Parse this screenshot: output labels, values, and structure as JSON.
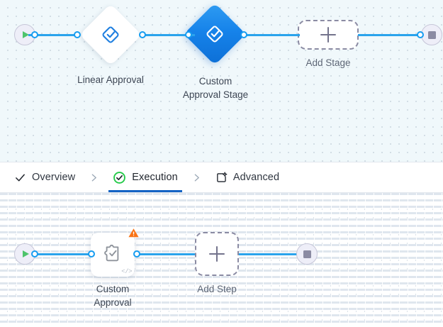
{
  "stage_canvas": {
    "background_color": "#f0f8fb",
    "start_node": {
      "name": "start",
      "icon": "play-icon"
    },
    "end_node": {
      "name": "end",
      "icon": "stop-icon"
    },
    "nodes": [
      {
        "id": "linear-approval",
        "label": "Linear Approval",
        "icon": "approval-check-icon",
        "selected": false
      },
      {
        "id": "custom-approval-stage",
        "label": "Custom\nApproval Stage",
        "icon": "approval-check-icon",
        "selected": true
      }
    ],
    "add_button": {
      "label": "Add Stage",
      "icon": "plus-icon"
    }
  },
  "tabs": {
    "items": [
      {
        "id": "overview",
        "label": "Overview",
        "icon": "check-icon",
        "active": false
      },
      {
        "id": "execution",
        "label": "Execution",
        "icon": "check-circle-icon",
        "active": true
      },
      {
        "id": "advanced",
        "label": "Advanced",
        "icon": "window-gear-icon",
        "active": false
      }
    ],
    "separator_icon": "chevron-right-icon",
    "active_underline_color": "#1463c4",
    "active_check_color": "#22c947"
  },
  "step_canvas": {
    "background_color": "#ffffff",
    "start_node": {
      "name": "start",
      "icon": "play-icon"
    },
    "end_node": {
      "name": "end",
      "icon": "stop-icon"
    },
    "nodes": [
      {
        "id": "custom-approval",
        "label": "Custom\nApproval",
        "icon": "puzzle-check-icon",
        "warning_icon": "warning-triangle-icon",
        "warning_color": "#f97316",
        "code_badge": "</>"
      }
    ],
    "add_button": {
      "label": "Add Step",
      "icon": "plus-icon"
    }
  },
  "colors": {
    "edge": "#2aa3ec",
    "port_ring": "#159cf0",
    "selected_node": "#1683ea",
    "accent": "#1463c4"
  }
}
